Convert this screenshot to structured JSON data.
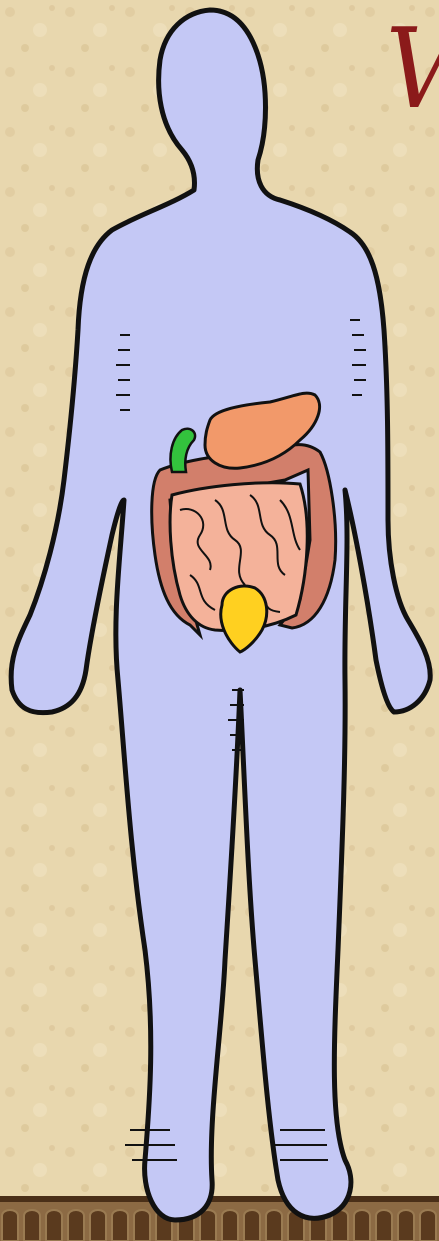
{
  "corner_text": "V",
  "colors": {
    "background": "#e8d7ae",
    "body_fill": "#c4c8f5",
    "outline": "#111111",
    "stomach": "#f2996a",
    "gallbladder": "#33c23d",
    "large_intestine": "#d27f6b",
    "small_intestine": "#f4b29a",
    "bladder": "#ffd020",
    "corner_text": "#8b1a1a",
    "border_dark": "#5a3a1e",
    "border_light": "#9a7b52"
  },
  "icons": {
    "figure": "human-body-silhouette",
    "organs": [
      "stomach",
      "gallbladder",
      "large-intestine",
      "small-intestine",
      "bladder"
    ],
    "border": "decorative-tile-border"
  }
}
